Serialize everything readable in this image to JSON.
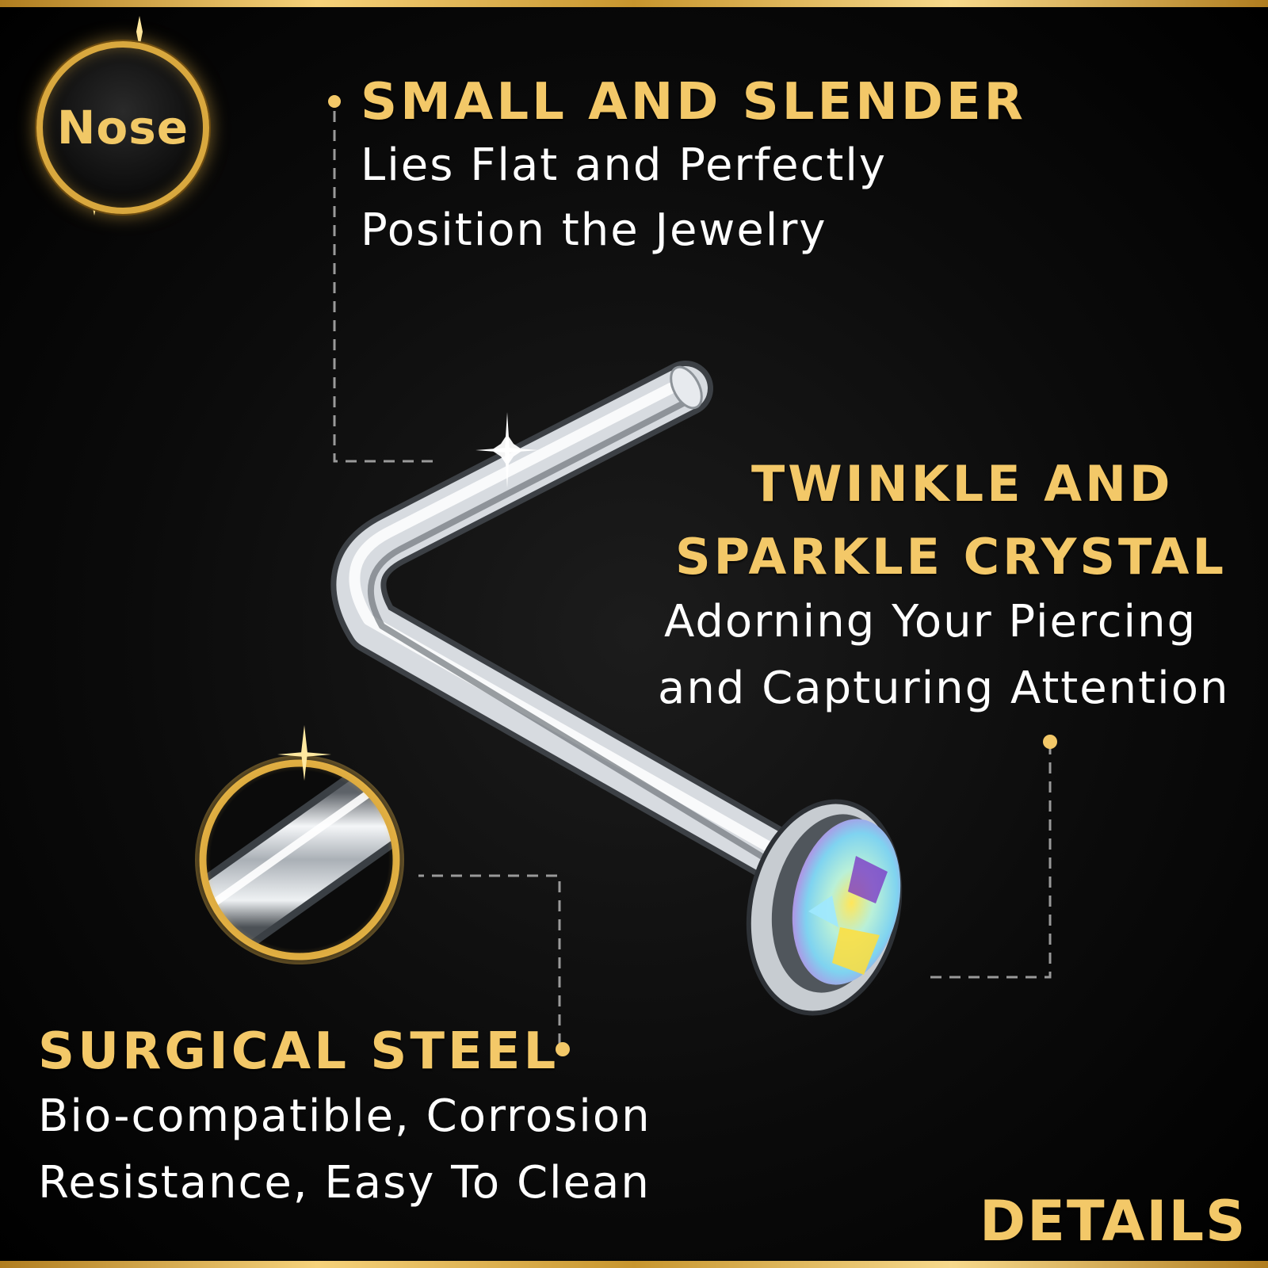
{
  "badge": {
    "label": "Nose"
  },
  "features": [
    {
      "heading": [
        "SMALL AND SLENDER"
      ],
      "description": [
        "Lies Flat and Perfectly",
        "Position the Jewelry"
      ]
    },
    {
      "heading": [
        "TWINKLE AND",
        "SPARKLE CRYSTAL"
      ],
      "description": [
        "Adorning Your Piercing",
        "and Capturing Attention"
      ]
    },
    {
      "heading": [
        "SURGICAL STEEL"
      ],
      "description": [
        "Bio-compatible, Corrosion",
        "Resistance, Easy To Clean"
      ]
    }
  ],
  "footer": {
    "label": "DETAILS"
  },
  "colors": {
    "gold": "#f3c868",
    "gold_dark": "#b07d1f",
    "background": "#000000",
    "text": "#ffffff",
    "steel": "#c9ced4"
  }
}
